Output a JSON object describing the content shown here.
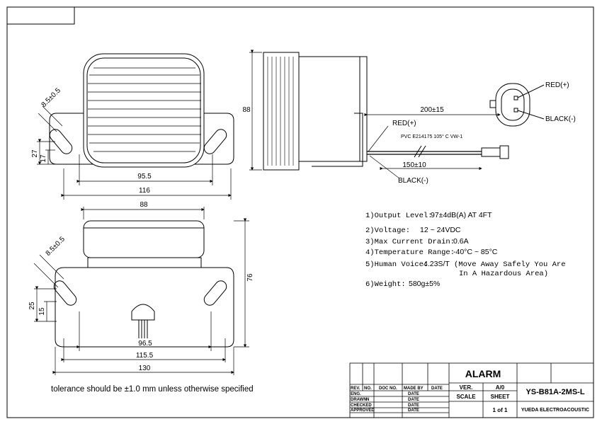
{
  "dimensions": {
    "top_width_outer": "116",
    "top_width_inner": "95.5",
    "top_height": "88",
    "top_h1": "27",
    "top_h2": "17",
    "top_slot": "8.5±0.5",
    "side_height": "88",
    "cable_length": "200±15",
    "cable_strip": "150±10",
    "bottom_top_width": "88",
    "bottom_slot": "8.5±0.5",
    "bottom_height": "76",
    "bottom_h1": "25",
    "bottom_h2": "15",
    "bottom_w1": "96.5",
    "bottom_w2": "115.5",
    "bottom_w3": "130"
  },
  "wires": {
    "red": "RED(+)",
    "black": "BLACK(-)",
    "cable_spec": "PVC E214175 105° C VW-1"
  },
  "connector": {
    "red": "RED(+)",
    "black": "BLACK(-)"
  },
  "specs": [
    {
      "label": "1)Output Level:",
      "value": "97±4dB(A) AT 4FT"
    },
    {
      "label": "2)Voltage:",
      "value": "12 ~ 24VDC"
    },
    {
      "label": "3)Max Current Drain:",
      "value": "0.6A"
    },
    {
      "label": "4)Temperature Range:",
      "value": "-40°C ~ 85°C"
    },
    {
      "label": "5)Human Voice:",
      "value": "4.23S/T",
      "extra": "(Move Away Safely You Are",
      "extra2": "In A Hazardous Area)"
    },
    {
      "label": "6)Weight:",
      "value": "580g±5%"
    }
  ],
  "note": "tolerance should be ±1.0 mm unless otherwise specified",
  "title_block": {
    "title": "ALARM",
    "part_no": "YS-B81A-2MS-L",
    "company": "YUEDA ELECTROACOUSTIC",
    "ver_label": "VER.",
    "ver_value": "A/0",
    "scale": "SCALE",
    "sheet": "SHEET",
    "sheet_value": "1 of 1",
    "rev": "REV.",
    "no": "NO.",
    "doc_no": "DOC NO.",
    "made_by": "MADE BY",
    "date": "DATE",
    "eng": "ENG.",
    "drawn": "DRAWN",
    "checked": "CHECKED",
    "approved": "APPROVED",
    "n": "N",
    "date_small": "DATE"
  }
}
